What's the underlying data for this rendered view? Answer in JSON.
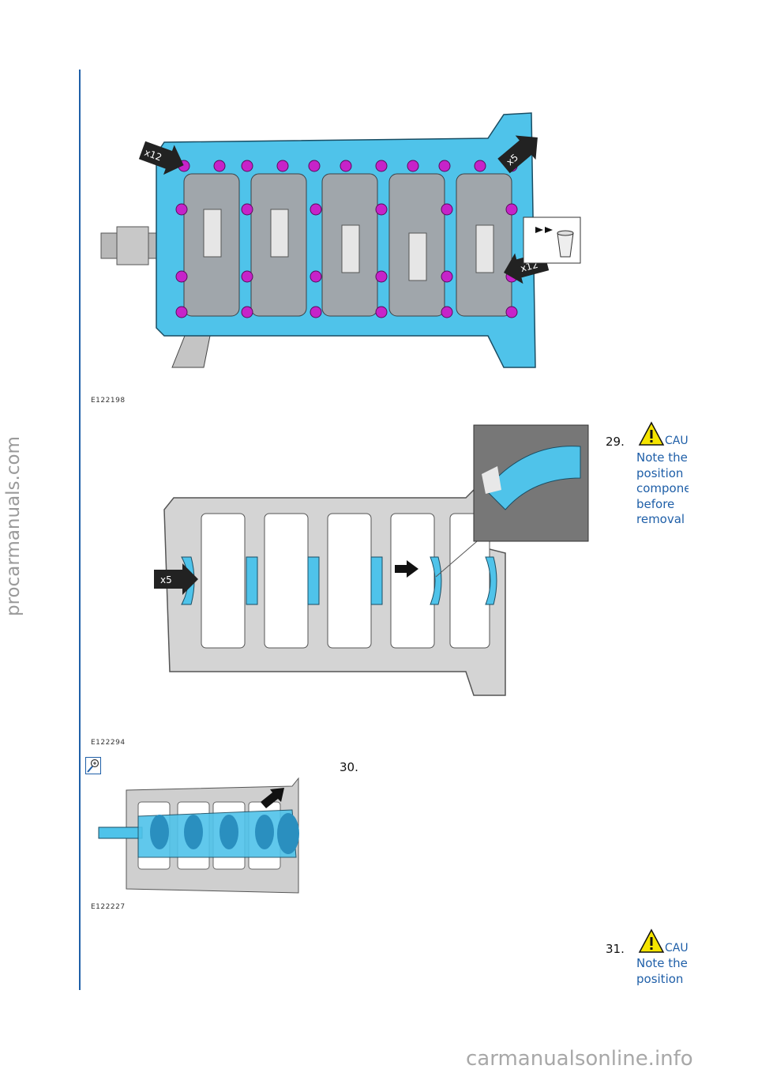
{
  "page": {
    "watermark_side": "procarmanuals.com",
    "watermark_bottom": "carmanualsonline.info"
  },
  "figures": [
    {
      "code": "E122198",
      "callouts": [
        "x12",
        "x5",
        "x12"
      ]
    },
    {
      "code": "E122294",
      "callouts": [
        "x5"
      ]
    },
    {
      "code": "E122227"
    }
  ],
  "steps": [
    {
      "number": "29.",
      "caution_label": "CAU",
      "note_lines": [
        "Note the",
        "position",
        "compone",
        "before",
        "removal"
      ]
    },
    {
      "number": "30."
    },
    {
      "number": "31.",
      "caution_label": "CAU",
      "note_lines": [
        "Note the",
        "position"
      ]
    }
  ],
  "icons": {
    "caution": "warning-triangle-icon",
    "zoom": "zoom-icon"
  },
  "colors": {
    "accent": "#1f5fa8",
    "part_highlight": "#4fc3ea",
    "bolt": "#c623c9"
  }
}
